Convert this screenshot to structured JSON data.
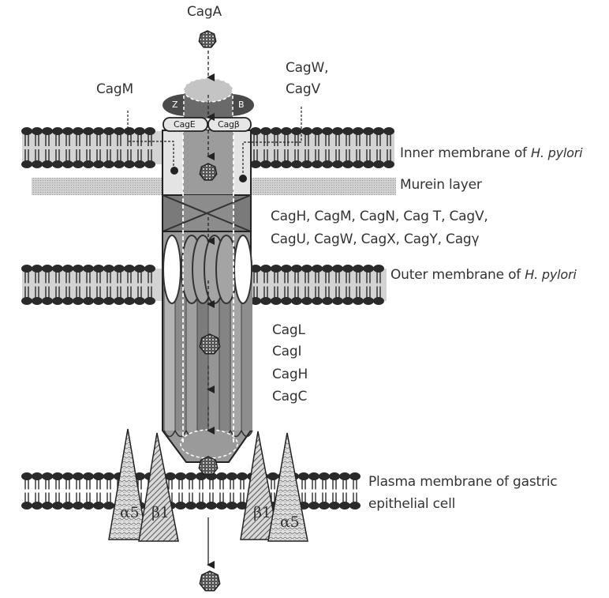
{
  "figure": {
    "title": "Helicobacter pylori Cag type IV secretion system",
    "colors": {
      "background": "#ffffff",
      "lipid_head": "#2a2a2a",
      "membrane_fill": "#d3d3d3",
      "murein": "#c8c8c8",
      "channel_light": "#e6e6e6",
      "channel_mid": "#a8a8a8",
      "channel_dark": "#6e6e6e",
      "subunit_dark": "#4a4a4a",
      "text": "#333333"
    }
  },
  "labels": {
    "cagA": "CagA",
    "cagM": "CagM",
    "cagW_line1": "CagW,",
    "cagW_line2": "CagV",
    "subunit_z": "Z",
    "subunit_b": "B",
    "cagE": "CagE",
    "cagBeta": "Cagβ",
    "inner_membrane_text": "Inner membrane of ",
    "inner_membrane_species": "H. pylori",
    "murein": "Murein layer",
    "core_line1": "CagH, CagM, CagN, Cag T, CagV,",
    "core_line2": "CagU, CagW, CagX, CagY, Cagγ",
    "outer_membrane_text": "Outer membrane of ",
    "outer_membrane_species": "H. pylori",
    "pilus_proteins": [
      "CagL",
      "CagI",
      "CagH",
      "CagC"
    ],
    "plasma_line1": "Plasma membrane of gastric",
    "plasma_line2": "epithelial cell",
    "integrin_alpha5_left": "α5",
    "integrin_beta1_left": "β1",
    "integrin_beta1_right": "β1",
    "integrin_alpha5_right": "α5"
  }
}
